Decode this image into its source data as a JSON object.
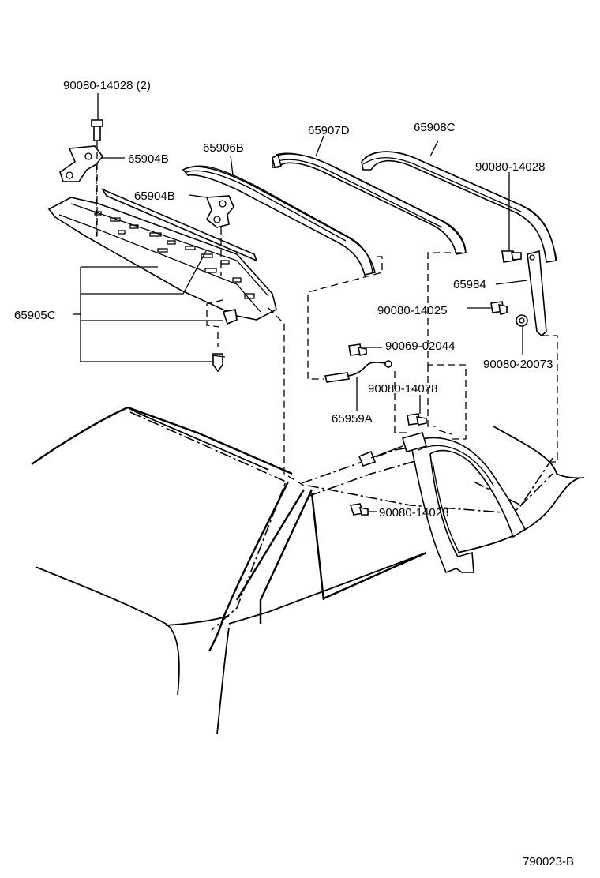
{
  "labels": {
    "bolt_top": "90080-14028 (2)",
    "hinge_top": "65904B",
    "hinge_mid": "65904B",
    "rail_front": "65906B",
    "rail_mid": "65907D",
    "rail_rear": "65908C",
    "header_panel": "65905C",
    "bolt_right": "90080-14028",
    "bracket": "65984",
    "bolt_right2": "90080-14025",
    "bolt_cable": "90069-02044",
    "nut_right": "90080-20073",
    "bolt_cable2": "90080-14028",
    "cable": "65959A",
    "bolt_lower": "90080-14028"
  },
  "figure_code": "790023-B"
}
